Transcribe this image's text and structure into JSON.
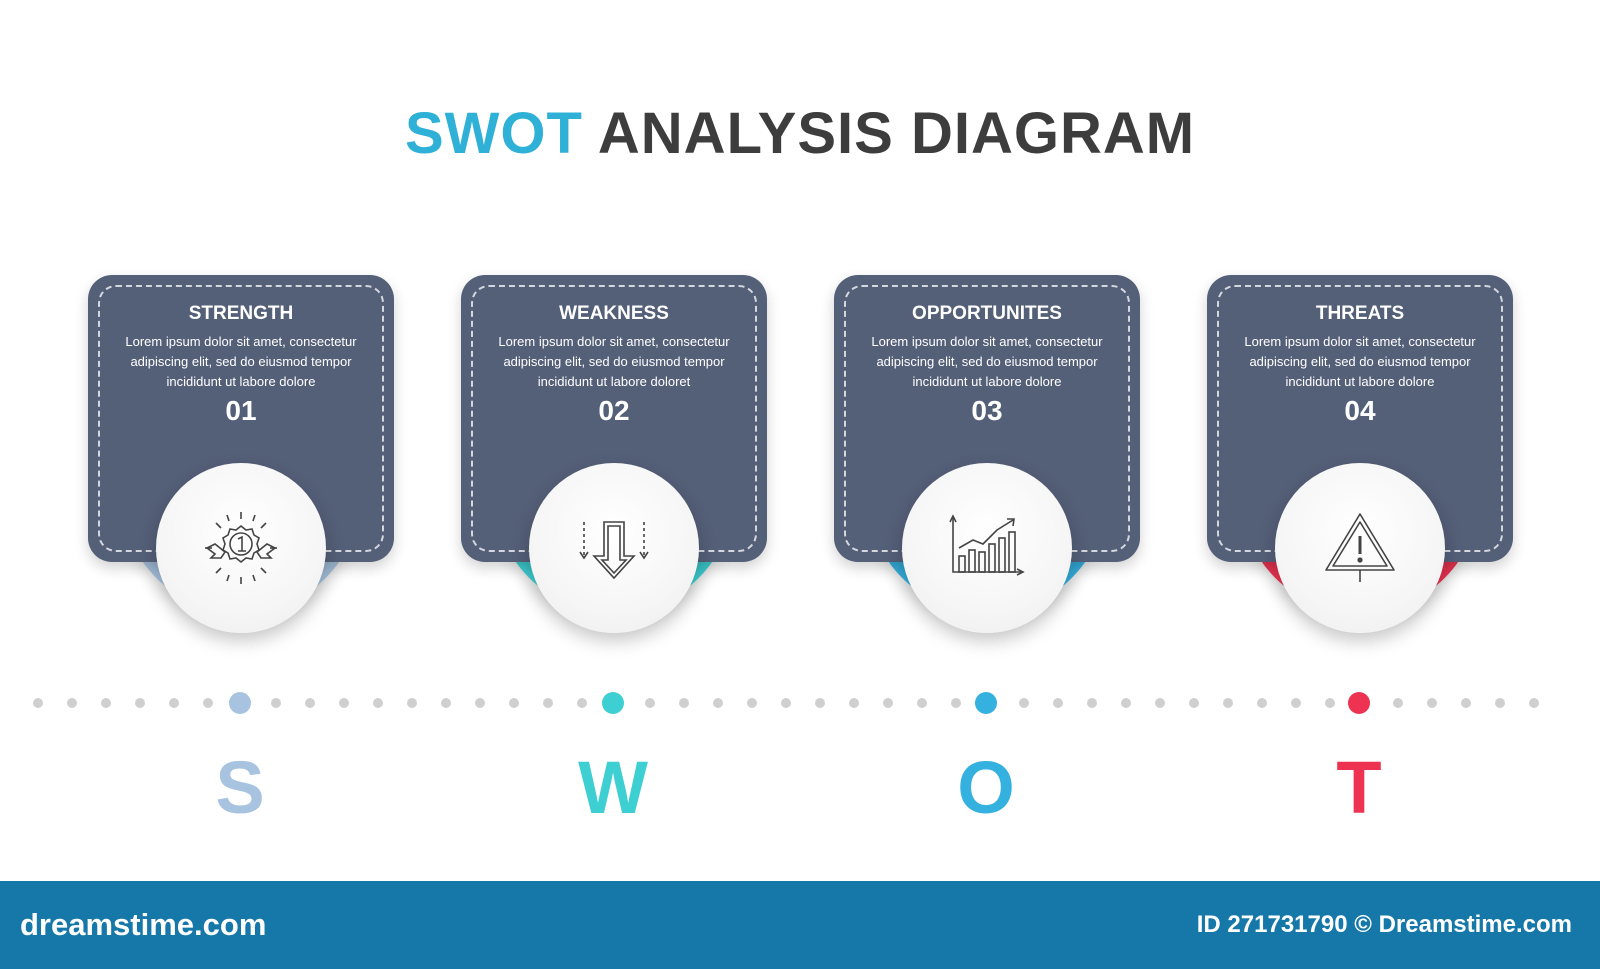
{
  "title": {
    "accent": "SWOT",
    "rest": "ANALYSIS DIAGRAM",
    "accent_color": "#2fb0d6",
    "color": "#3d3d3d"
  },
  "card_color": "#545f78",
  "items": [
    {
      "title": "STRENGTH",
      "text": "Lorem ipsum dolor sit amet, consectetur adipiscing elit, sed do eiusmod tempor incididunt ut labore dolore",
      "number": "01",
      "letter": "S",
      "color": "#a7c3df",
      "icon": "award-medal-icon"
    },
    {
      "title": "WEAKNESS",
      "text": "Lorem ipsum dolor sit amet, consectetur adipiscing elit, sed do eiusmod tempor incididunt ut labore doloret",
      "number": "02",
      "letter": "W",
      "color": "#3ecfd3",
      "icon": "down-arrow-icon"
    },
    {
      "title": "OPPORTUNITES",
      "text": "Lorem ipsum dolor sit amet, consectetur adipiscing elit, sed do eiusmod tempor incididunt ut labore dolore",
      "number": "03",
      "letter": "O",
      "color": "#35b1e0",
      "icon": "growth-chart-icon"
    },
    {
      "title": "THREATS",
      "text": "Lorem ipsum dolor sit amet, consectetur adipiscing elit, sed do eiusmod tempor incididunt ut labore dolore",
      "number": "04",
      "letter": "T",
      "color": "#ee3352",
      "icon": "warning-sign-icon"
    }
  ],
  "footer": {
    "brand": "dreamstime.com",
    "id_text": "ID 271731790 © Dreamstime.com",
    "color": "#1578a8"
  }
}
